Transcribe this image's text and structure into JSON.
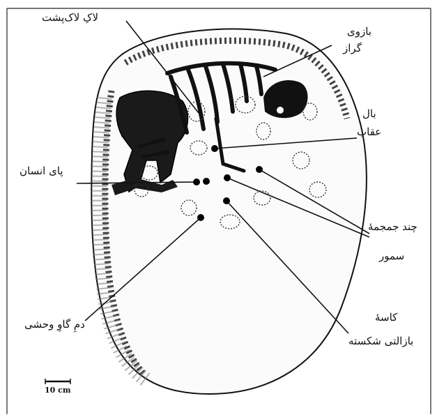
{
  "figure": {
    "labels": {
      "lock": "لاکِ لاک‌پشت",
      "boar_arm_1": "بازوی",
      "boar_arm_2": "گراز",
      "eagle_1": "بال",
      "eagle_2": "عقاب",
      "human_foot": "پای انسان",
      "marten_1": "چند جمجمهٔ",
      "marten_2": "سمور",
      "bowl_1": "کاسهٔ",
      "bowl_2": "بازالتی شکسته",
      "cow_tail": "دمِ گاوِ وحشی"
    },
    "scale": "10 cm"
  }
}
